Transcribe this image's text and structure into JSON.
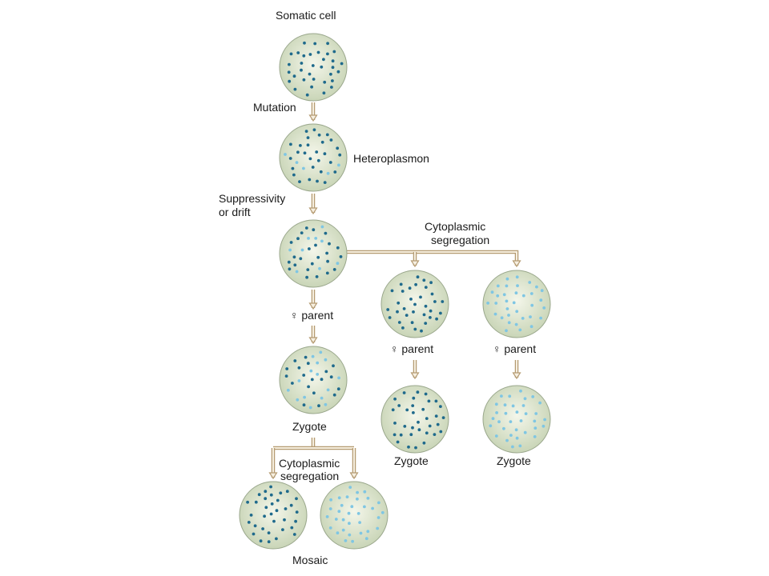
{
  "labels": {
    "somatic_cell": "Somatic cell",
    "mutation": "Mutation",
    "heteroplasmon": "Heteroplasmon",
    "suppressivity_line1": "Suppressivity",
    "suppressivity_line2": "or drift",
    "cyto_seg_top_line1": "Cytoplasmic",
    "cyto_seg_top_line2": "segregation",
    "parent_left": "♀ parent",
    "parent_mid": "♀ parent",
    "parent_right": "♀ parent",
    "zygote_left": "Zygote",
    "zygote_mid": "Zygote",
    "zygote_right": "Zygote",
    "cyto_seg_bottom_line1": "Cytoplasmic",
    "cyto_seg_bottom_line2": "segregation",
    "mosaic": "Mosaic"
  },
  "colors": {
    "cell_fill_center": "#f4f6ea",
    "cell_fill_edge": "#c9d5b7",
    "cell_outline": "#9aa78c",
    "dark_dot": "#1f6a8c",
    "light_dot": "#7fc6e3",
    "arrow_outer": "#b59b72",
    "arrow_inner": "#f6efe0"
  },
  "cells": [
    {
      "name": "cell-somatic",
      "mix": "all-dark"
    },
    {
      "name": "cell-heteroplasmon",
      "mix": "mostly-dark"
    },
    {
      "name": "cell-drift",
      "mix": "mixed"
    },
    {
      "name": "cell-zygote-left",
      "mix": "mixed"
    },
    {
      "name": "cell-mosaic-dark",
      "mix": "all-dark"
    },
    {
      "name": "cell-mosaic-light",
      "mix": "all-light"
    },
    {
      "name": "cell-seg-dark",
      "mix": "all-dark"
    },
    {
      "name": "cell-zygote-mid",
      "mix": "all-dark"
    },
    {
      "name": "cell-seg-light",
      "mix": "all-light"
    },
    {
      "name": "cell-zygote-right",
      "mix": "all-light"
    }
  ]
}
